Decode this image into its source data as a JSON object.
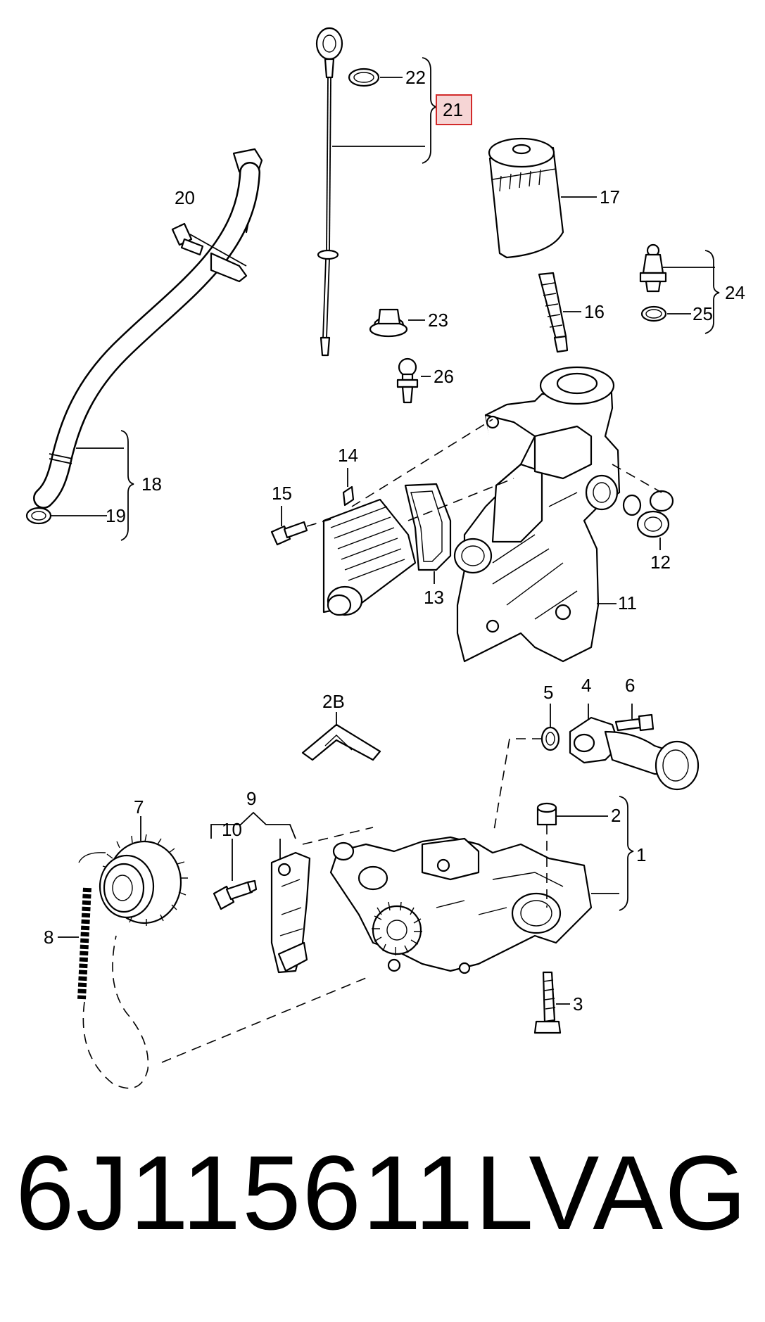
{
  "callouts": [
    "1",
    "2",
    "3",
    "4",
    "5",
    "6",
    "7",
    "8",
    "9",
    "10",
    "11",
    "12",
    "13",
    "14",
    "15",
    "16",
    "17",
    "18",
    "19",
    "20",
    "21",
    "22",
    "23",
    "24",
    "25",
    "26",
    "2B"
  ],
  "highlighted_callout": "21",
  "highlight_color": "#f6d5d5",
  "highlight_border": "#d22a2a",
  "footer": {
    "part_number": "6J115611L",
    "brand": "VAG"
  }
}
